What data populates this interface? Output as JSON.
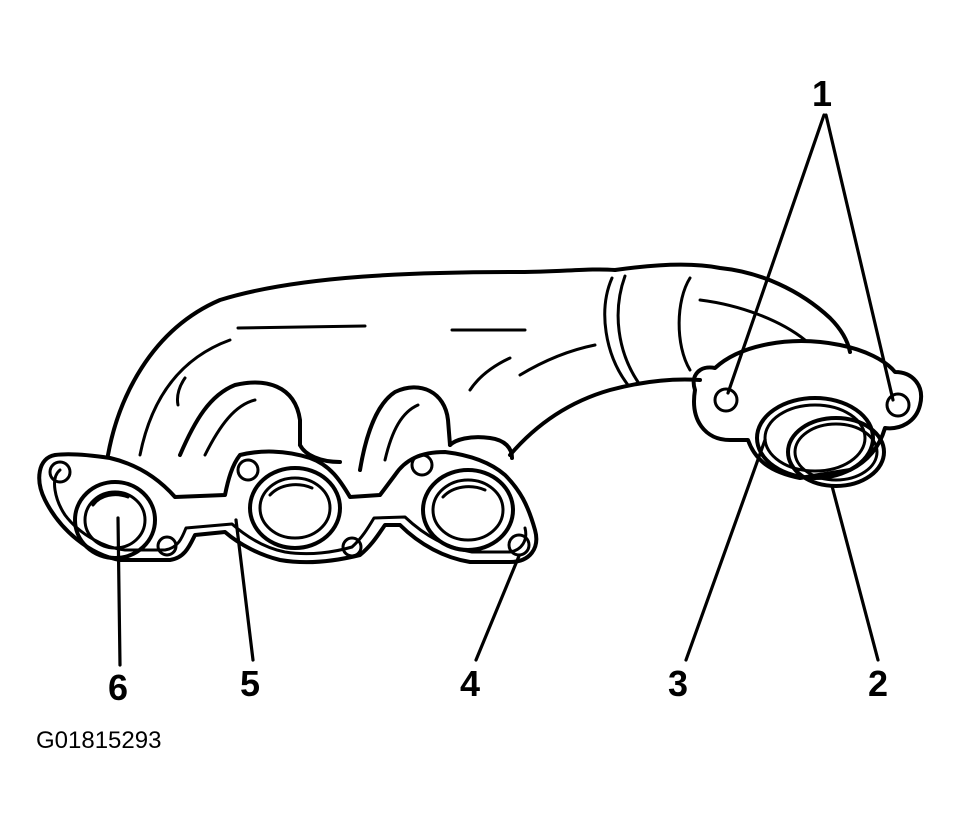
{
  "figure_id": "G01815293",
  "callouts": [
    {
      "id": "1",
      "label": "1"
    },
    {
      "id": "2",
      "label": "2"
    },
    {
      "id": "3",
      "label": "3"
    },
    {
      "id": "4",
      "label": "4"
    },
    {
      "id": "5",
      "label": "5"
    },
    {
      "id": "6",
      "label": "6"
    }
  ],
  "colors": {
    "line": "#000000",
    "background": "#ffffff"
  }
}
